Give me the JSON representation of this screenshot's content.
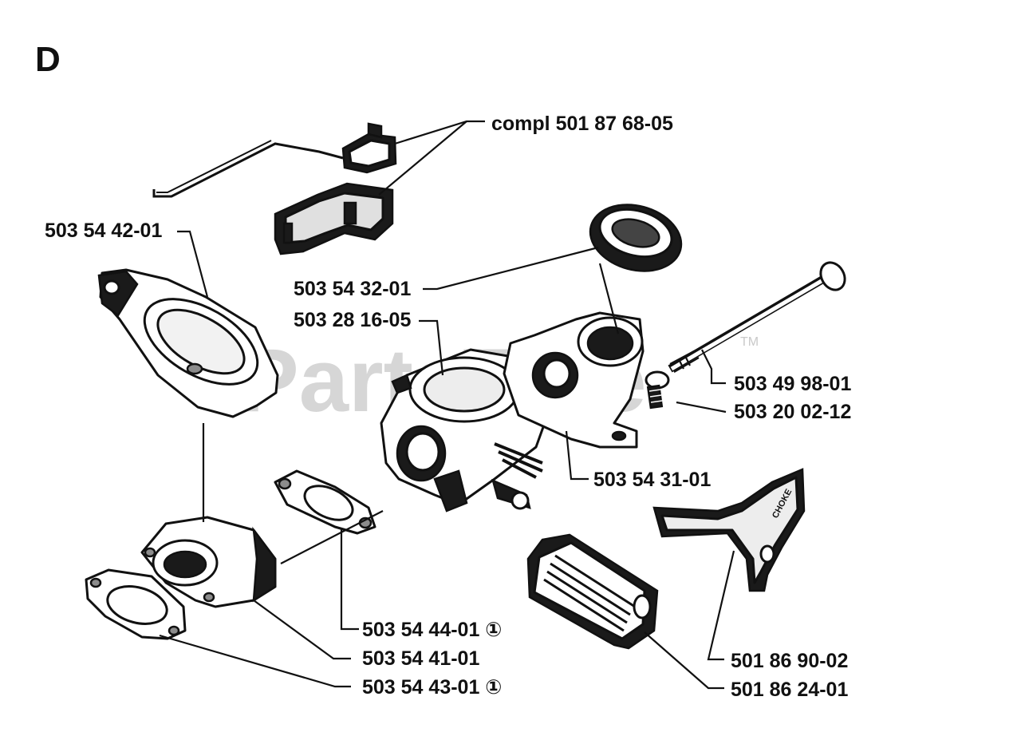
{
  "section_letter": "D",
  "watermark": "PartsTree",
  "watermark_tm": "TM",
  "labels": {
    "compl": "compl 501 87 68-05",
    "p1": "503 54 42-01",
    "p2": "503 54 32-01",
    "p3": "503 28 16-05",
    "p4": "503 49 98-01",
    "p5": "503 20 02-12",
    "p6": "503 54 31-01",
    "p7": "503 54 44-01 ①",
    "p8": "503 54 41-01",
    "p9": "503 54 43-01 ①",
    "p10": "501 86 90-02",
    "p11": "501 86 24-01"
  },
  "choke_text": "CHOKE"
}
